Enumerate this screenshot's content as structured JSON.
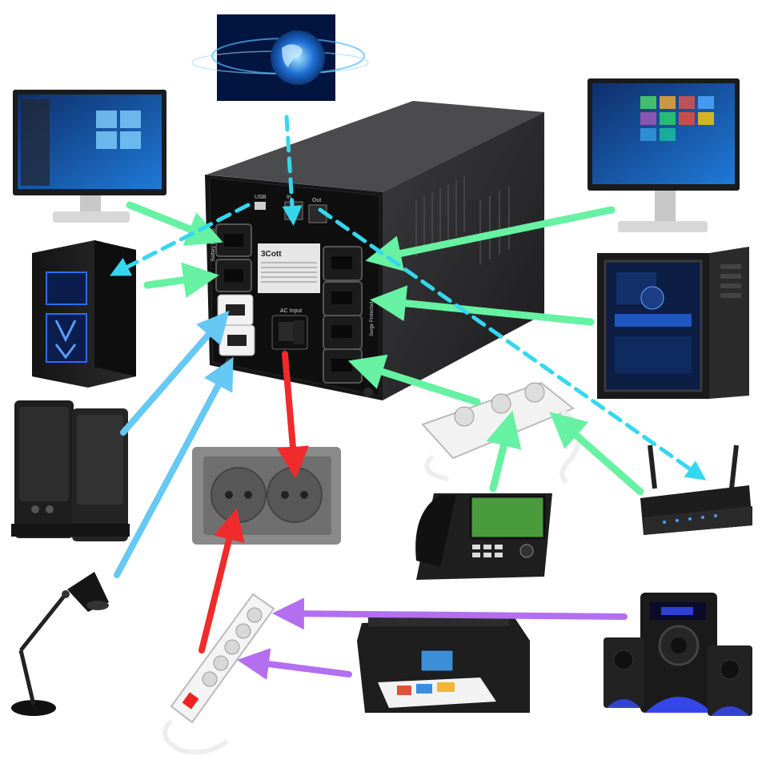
{
  "ups": {
    "brand": "3Cott",
    "port_usb": "USB",
    "port_in": "In",
    "port_out": "Out",
    "ac_input": "AC Input",
    "label_battery_backup": "Battery Backup",
    "label_surge": "Surge Protected"
  },
  "colors": {
    "battery_outlets": "#66f2a2",
    "surge_outlets": "#66c8f4",
    "mains": "#ef2b2b",
    "extension": "#b36ff0",
    "network": "#35d7ef"
  },
  "devices": [
    {
      "name": "internet-globe-icon"
    },
    {
      "name": "monitor-left-icon"
    },
    {
      "name": "monitor-right-icon"
    },
    {
      "name": "pc-tower-left-icon"
    },
    {
      "name": "pc-tower-right-icon"
    },
    {
      "name": "speakers-icon"
    },
    {
      "name": "desk-lamp-icon"
    },
    {
      "name": "wall-socket-icon"
    },
    {
      "name": "power-strip-icon"
    },
    {
      "name": "extension-cord-icon"
    },
    {
      "name": "ip-phone-icon"
    },
    {
      "name": "router-icon"
    },
    {
      "name": "printer-icon"
    },
    {
      "name": "speaker-system-icon"
    }
  ]
}
